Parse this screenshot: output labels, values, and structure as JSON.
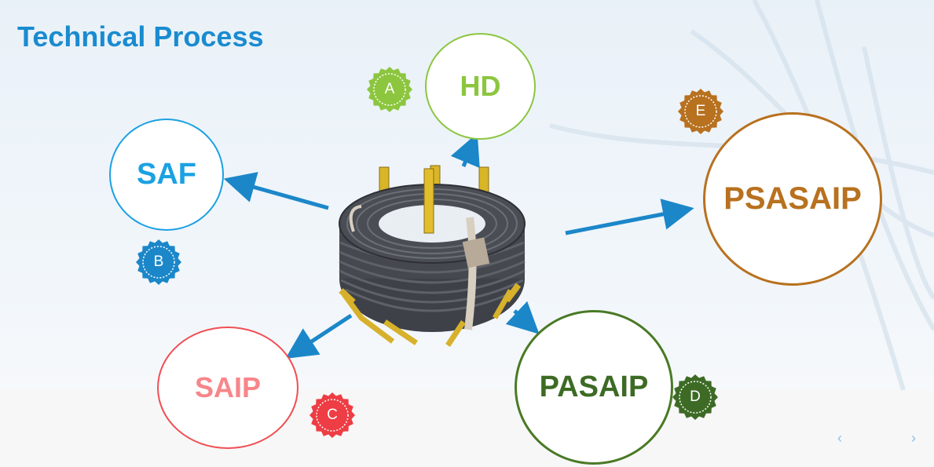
{
  "title": "Technical Process",
  "center": {
    "icon": "wire-coil-image"
  },
  "processes": [
    {
      "key": "hd",
      "label": "HD",
      "badge": "A",
      "color": "#8cc63f"
    },
    {
      "key": "saf",
      "label": "SAF",
      "badge": "B",
      "color": "#1ba1e2"
    },
    {
      "key": "saip",
      "label": "SAIP",
      "badge": "C",
      "color": "#f04f55",
      "text_color": "#f7868a"
    },
    {
      "key": "pasaip",
      "label": "PASAIP",
      "badge": "D",
      "color": "#3d6b25",
      "text_color": "#3d6b25"
    },
    {
      "key": "psasaip",
      "label": "PSASAIP",
      "badge": "E",
      "color": "#b8711f"
    }
  ],
  "arrow_color": "#1b87c9",
  "nav": {
    "prev": "‹",
    "next": "›"
  }
}
